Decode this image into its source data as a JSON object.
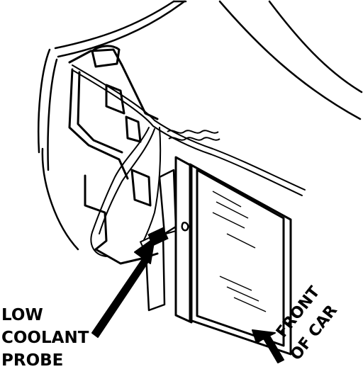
{
  "labels": {
    "probe_line1": "LOW",
    "probe_line2": "COOLANT",
    "probe_line3": "PROBE",
    "front_line1": "FRONT",
    "front_line2": "OF CAR"
  },
  "colors": {
    "ink": "#000000",
    "paper": "#ffffff"
  }
}
